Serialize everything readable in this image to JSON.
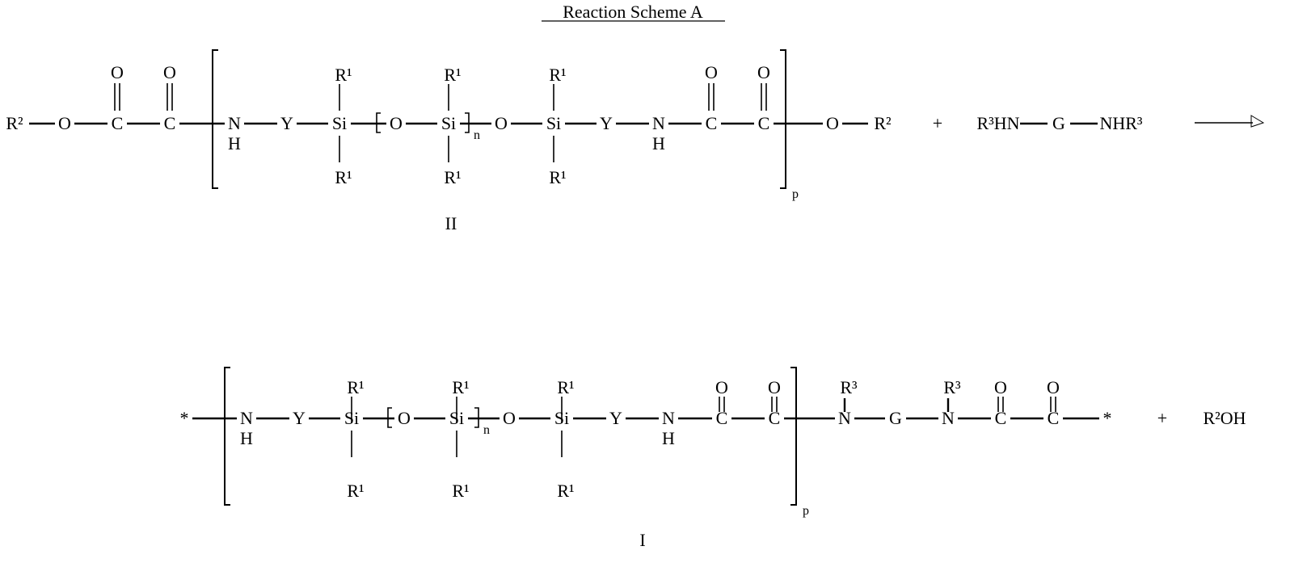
{
  "title": "Reaction Scheme A",
  "compound_labels": {
    "II": "II",
    "I": "I"
  },
  "symbols": {
    "R1": "R¹",
    "R2": "R²",
    "R3": "R³",
    "O": "O",
    "C": "C",
    "N": "N",
    "H": "H",
    "Y": "Y",
    "Si": "Si",
    "G": "G",
    "n": "n",
    "p": "p",
    "star": "*",
    "plus": "+",
    "R3HN": "R³HN",
    "NHR3": "NHR³",
    "R2OH": "R²OH"
  }
}
